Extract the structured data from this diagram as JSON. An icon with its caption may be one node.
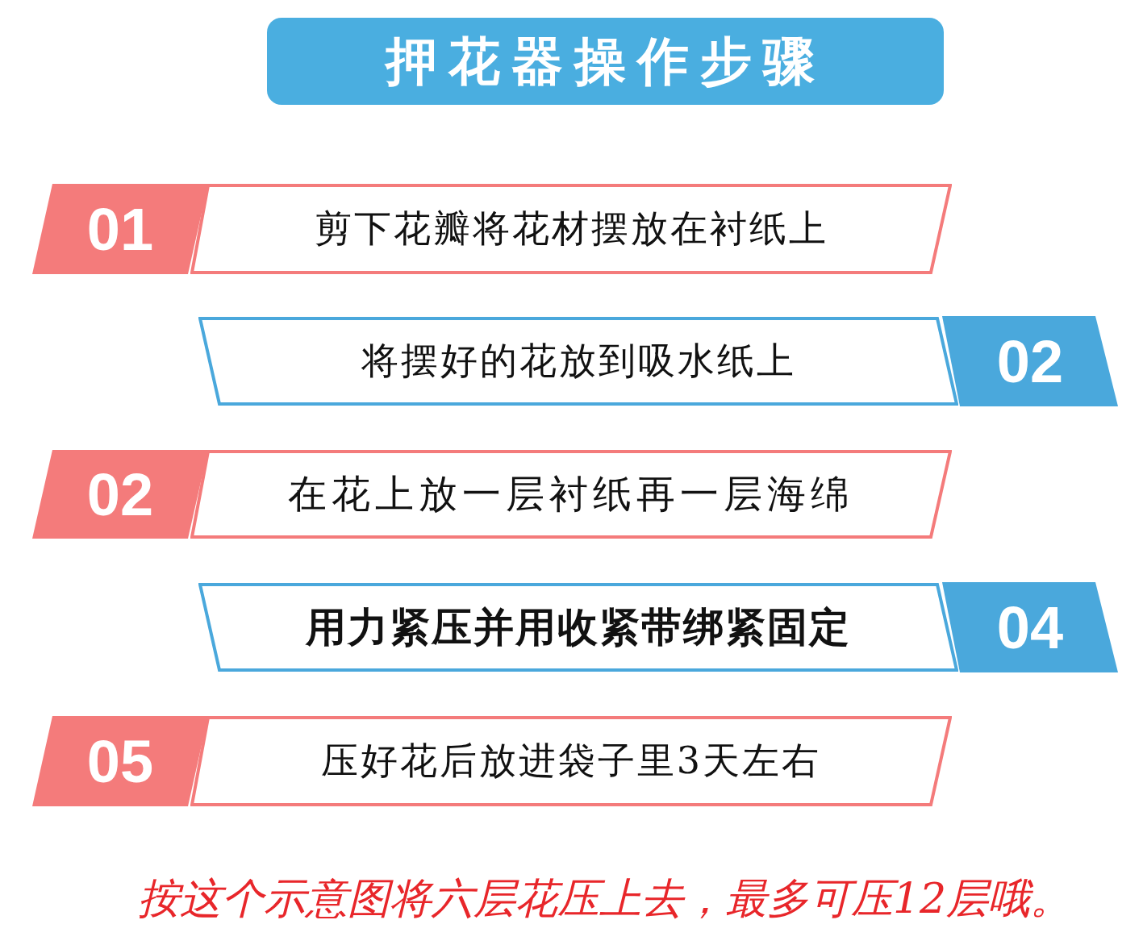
{
  "diagram": {
    "title": "押花器操作步骤",
    "nodes": [
      {
        "text": [
          "01"
        ]
      },
      {
        "text": [
          "剪下花瓣将花材摆放在衬纸上"
        ]
      },
      {
        "text": [
          "将摆好的花放到吸水纸上"
        ]
      },
      {
        "text": [
          "02"
        ]
      },
      {
        "text": [
          "02"
        ]
      },
      {
        "text": [
          "在花上放一层衬纸再一层海绵"
        ]
      },
      {
        "text": [
          "用力紧压并用收紧带绑紧固定"
        ]
      },
      {
        "text": [
          "04"
        ]
      },
      {
        "text": [
          "05"
        ]
      },
      {
        "text": [
          "压好花后放进袋子里3天左右"
        ]
      }
    ],
    "labels": [
      "按这个示意图将六层花压上去，最多可压12层哦。"
    ]
  }
}
